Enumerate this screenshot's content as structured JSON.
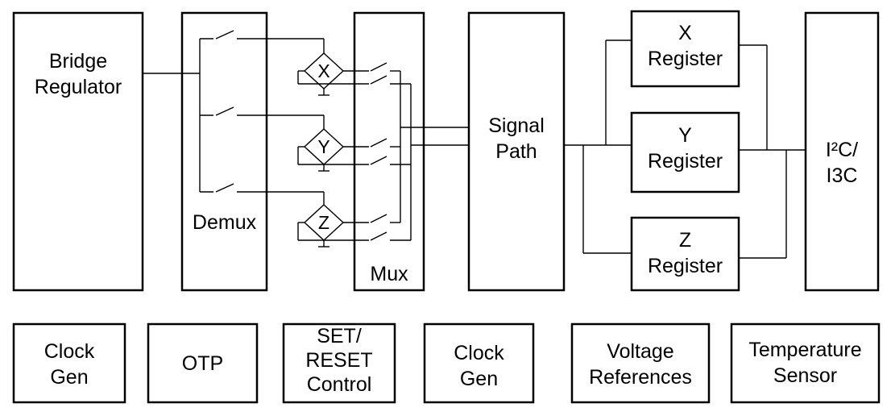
{
  "blocks": {
    "bridge_regulator": [
      "Bridge",
      "Regulator"
    ],
    "demux": "Demux",
    "mux": "Mux",
    "signal_path": [
      "Signal",
      "Path"
    ],
    "x_register": [
      "X",
      "Register"
    ],
    "y_register": [
      "Y",
      "Register"
    ],
    "z_register": [
      "Z",
      "Register"
    ],
    "i2c_i3c": [
      "I²C/",
      "I3C"
    ]
  },
  "sensors": {
    "x": "X",
    "y": "Y",
    "z": "Z"
  },
  "bottom_row": {
    "clock_gen_1": [
      "Clock",
      "Gen"
    ],
    "otp": "OTP",
    "set_reset": [
      "SET/",
      "RESET",
      "Control"
    ],
    "clock_gen_2": [
      "Clock",
      "Gen"
    ],
    "voltage_refs": [
      "Voltage",
      "References"
    ],
    "temp_sensor": [
      "Temperature",
      "Sensor"
    ]
  }
}
